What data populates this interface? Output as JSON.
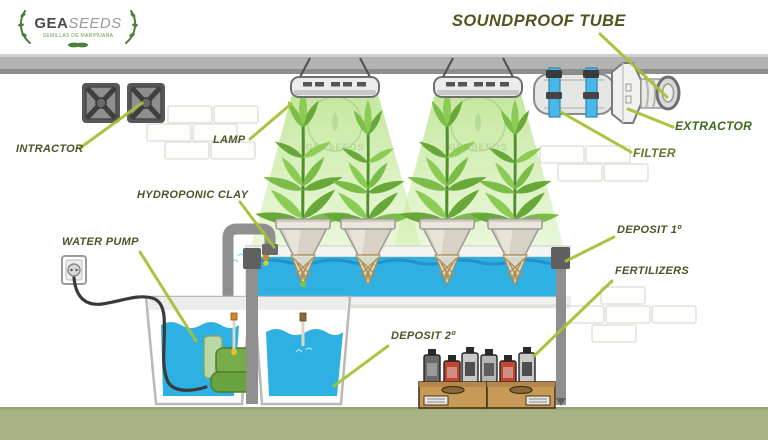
{
  "diagram": {
    "brand": {
      "name_bold": "GEA",
      "name_light": "SEEDS",
      "tagline": "SEMILLAS DE MARIHUANA"
    },
    "watermark": "GEASEEDS",
    "labels": {
      "soundproof_tube": "SOUNDPROOF TUBE",
      "intractor": "INTRACTOR",
      "lamp": "LAMP",
      "hydroponic_clay": "HYDROPONIC CLAY",
      "water_pump": "WATER PUMP",
      "deposit_1": "DEPOSIT 1º",
      "deposit_2": "DEPOSIT 2º",
      "fertilizers": "FERTILIZERS",
      "extractor": "EXTRACTOR",
      "filter": "FILTER"
    },
    "colors": {
      "pointer_line": "#a6c138",
      "label_text": "#4e5428",
      "title_text": "#55521d",
      "extractor_text": "#3e691b",
      "brand_green": "#4e7f3a",
      "water_blue": "#2fb0e3",
      "floor_olive": "#a9b186",
      "ceiling_gray": "#b3b3b3",
      "light_cone_green": "#c4e794",
      "plant_green": "#74b83e",
      "crate_brown": "#c79b57",
      "strap_blue": "#49b8e8",
      "pump_green": "#76ad4a"
    }
  }
}
